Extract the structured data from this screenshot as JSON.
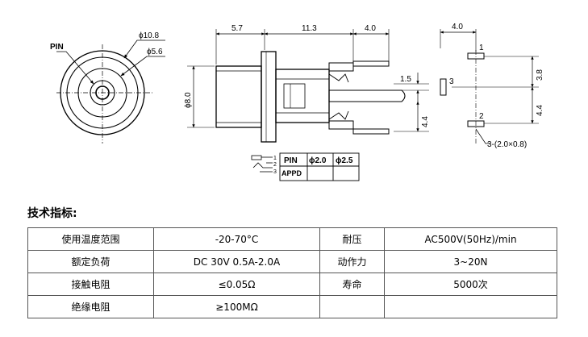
{
  "drawing": {
    "front_view": {
      "pin_label": "PIN",
      "outer_dia": "ϕ10.8",
      "inner_dia": "ϕ5.6"
    },
    "side_view": {
      "dims": [
        "5.7",
        "11.3",
        "4.0",
        "1.5",
        "4.4"
      ],
      "height": "ϕ8.0",
      "pin3": "3"
    },
    "pin_view": {
      "top_dim": "4.0",
      "pin1": "1",
      "pin2": "2",
      "dim_upper": "3.8",
      "dim_lower": "4.4",
      "slot_note": "3-(2.0×0.8)"
    },
    "schematic": {
      "pins": [
        "1",
        "2",
        "3"
      ]
    },
    "pin_table": {
      "head": [
        "PIN",
        "ϕ2.0",
        "ϕ2.5"
      ],
      "row": [
        "APPD",
        "",
        ""
      ]
    }
  },
  "section_title": "技术指标:",
  "specs": [
    [
      "使用温度范围",
      "-20-70°C",
      "耐压",
      "AC500V(50Hz)/min"
    ],
    [
      "额定负荷",
      "DC 30V 0.5A-2.0A",
      "动作力",
      "3~20N"
    ],
    [
      "接触电阻",
      "≤0.05Ω",
      "寿命",
      "5000次"
    ],
    [
      "绝缘电阻",
      "≥100MΩ",
      "",
      ""
    ]
  ]
}
